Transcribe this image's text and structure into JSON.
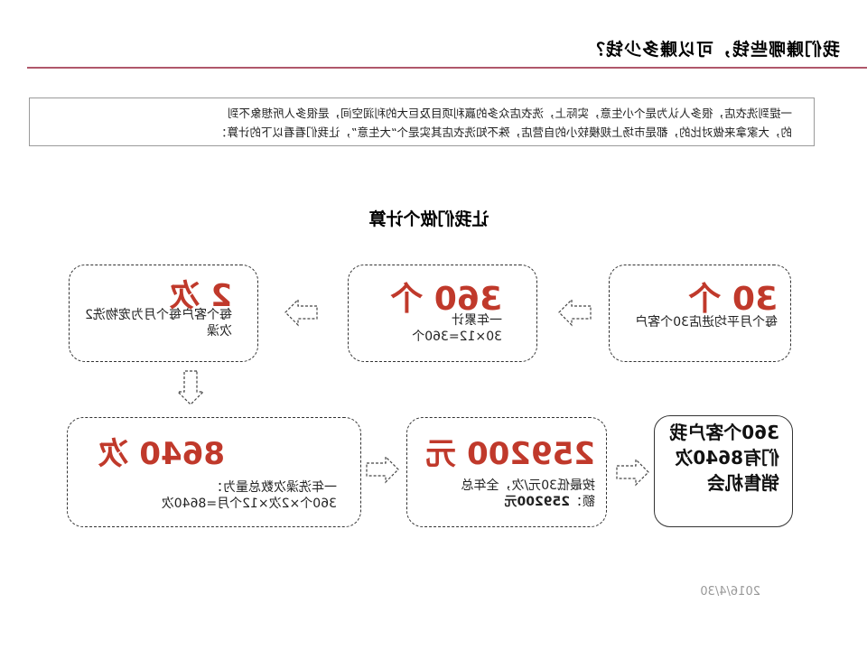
{
  "title": "我们赚哪些钱，可以赚多少钱？",
  "intro": {
    "line1": "一提到洗衣店，很多人认为是个小生意，实际上，洗衣店众多的赢利项目及巨大的利润空间，是很多人所想象不到",
    "line2": "的，大家拿来做对比的，都是市场上规模较小的自营店，殊不知洗衣店其实是个“大生意”，让我们看看以下的计算："
  },
  "section_heading": "让我们做个计算",
  "steps": [
    {
      "big": "30 个",
      "desc": "每个月平均进店30个客户"
    },
    {
      "big": "360 个",
      "desc_line1": "一年累计",
      "desc_line2": "30×12=360个"
    },
    {
      "big": "2 次",
      "desc": "每个客户每个月为宠物洗2次澡"
    },
    {
      "big": "8640 次",
      "desc_line1": "一年洗澡次数总量为：",
      "desc_line2": "360个×2次×12个月=8640次"
    },
    {
      "big": "259200 元",
      "desc_line1": "按最低30元/次，全年总",
      "desc_line2_prefix": "额：",
      "desc_line2_bold": "259200元"
    },
    {
      "big": "360个客户我们有8640次销售机会"
    }
  ],
  "date": "2016/4/30",
  "colors": {
    "accent": "#c0392b",
    "rule": "#b0576a"
  }
}
